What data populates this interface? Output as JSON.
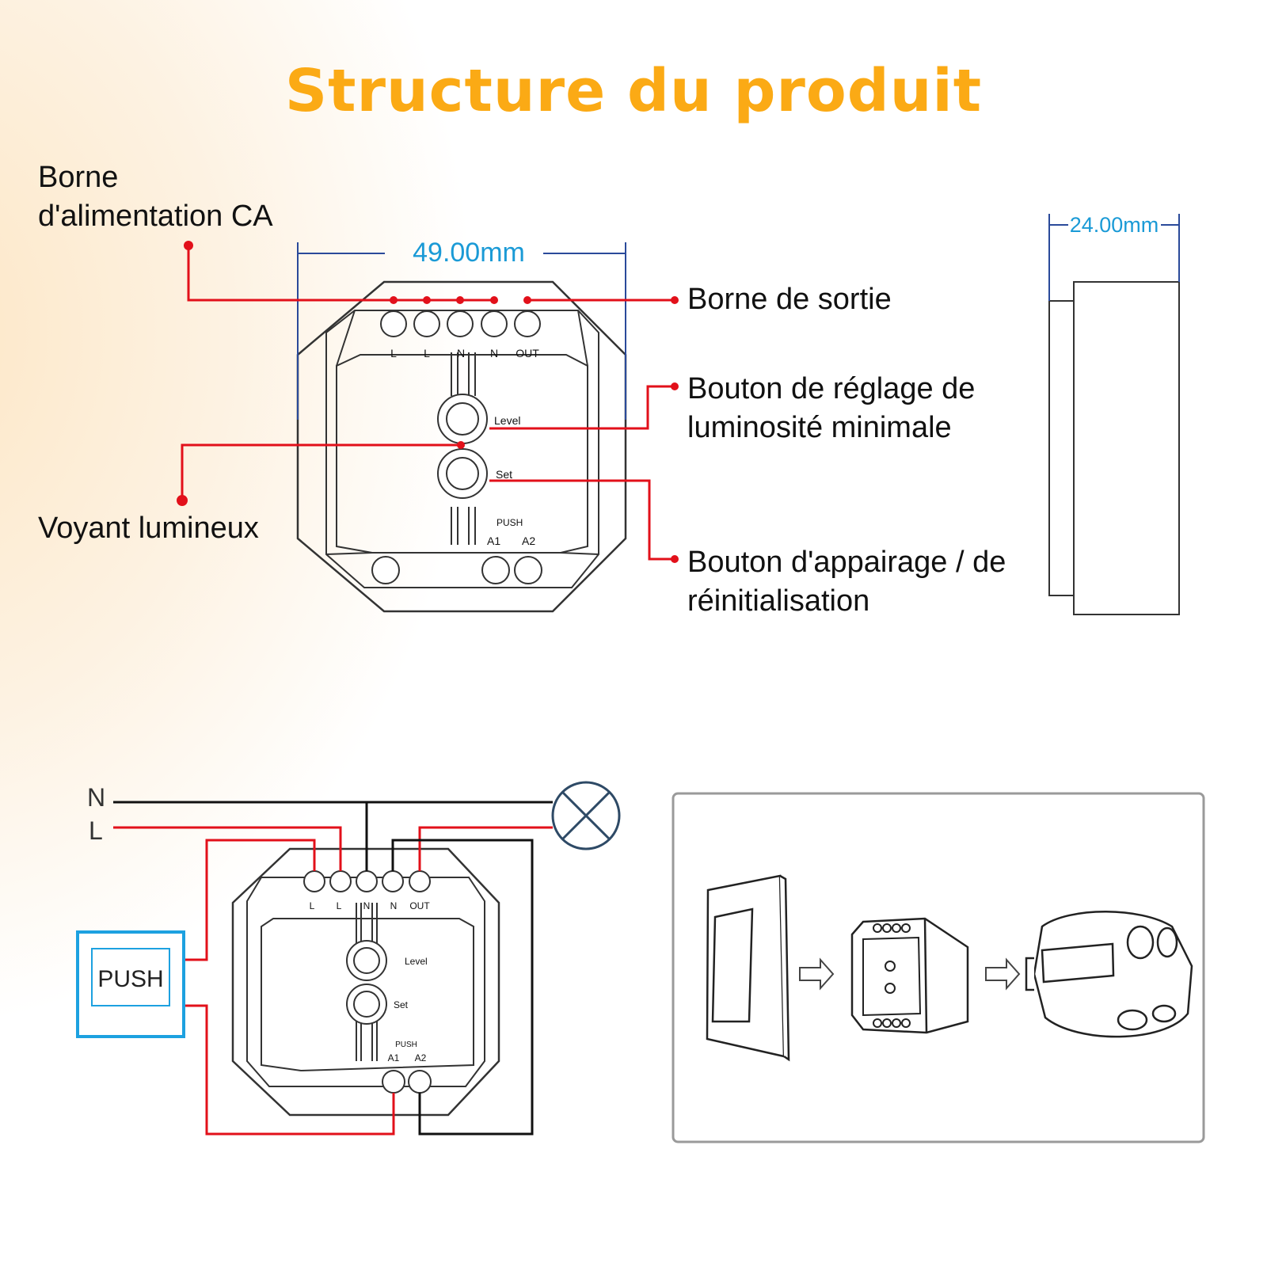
{
  "title": "Structure du produit",
  "colors": {
    "title": "#fbaa15",
    "leader": "#e2101a",
    "dimension": "#1a9ad6",
    "push_box": "#1da1e0",
    "wire_neutral": "#111111",
    "lamp": "#2e4a66"
  },
  "callouts": {
    "power_terminal": [
      "Borne",
      "d'alimentation CA"
    ],
    "output_terminal": [
      "Borne de sortie"
    ],
    "min_brightness_button": [
      "Bouton de réglage de",
      "luminosité minimale"
    ],
    "indicator_light": [
      "Voyant lumineux"
    ],
    "pairing_button": [
      "Bouton d'appairage / de",
      "réinitialisation"
    ]
  },
  "dimensions": {
    "width": "49.00mm",
    "depth": "24.00mm"
  },
  "terminals": [
    "L",
    "L",
    "N",
    "N",
    "OUT"
  ],
  "button_labels": {
    "level": "Level",
    "set": "Set",
    "push": "PUSH",
    "a1": "A1",
    "a2": "A2"
  },
  "wiring": {
    "neutral_label": "N",
    "live_label": "L",
    "push_switch_label": "PUSH"
  },
  "installation_icons": [
    "wall-switch-icon",
    "arrow-right-icon",
    "dimmer-module-icon",
    "arrow-right-icon",
    "flush-box-icon"
  ]
}
